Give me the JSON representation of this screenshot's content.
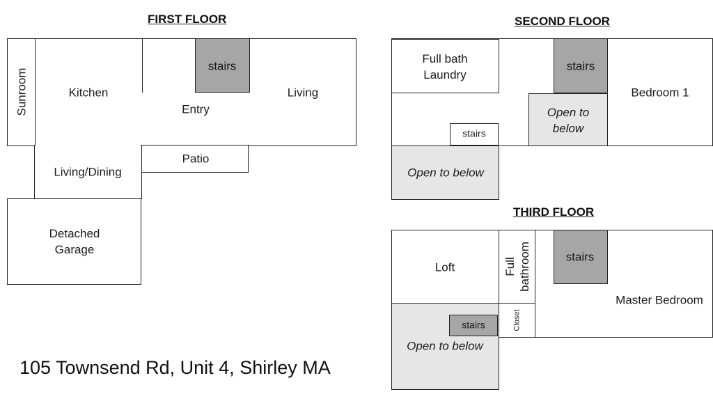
{
  "floors": {
    "first": {
      "title": "FIRST FLOOR",
      "rooms": {
        "sunroom": "Sunroom",
        "kitchen": "Kitchen",
        "entry": "Entry",
        "stairs": "stairs",
        "living": "Living",
        "patio": "Patio",
        "living_dining": "Living/Dining",
        "garage": "Detached\nGarage"
      }
    },
    "second": {
      "title": "SECOND FLOOR",
      "rooms": {
        "full_bath_laundry": "Full bath\nLaundry",
        "stairs_main": "stairs",
        "bedroom1": "Bedroom 1",
        "open_to_below_upper": "Open to\nbelow",
        "stairs_small": "stairs",
        "open_to_below_lower": "Open to below"
      }
    },
    "third": {
      "title": "THIRD FLOOR",
      "rooms": {
        "loft": "Loft",
        "full_bathroom": "Full\nbathroom",
        "stairs_main": "stairs",
        "master_bedroom": "Master Bedroom",
        "closet": "Closet",
        "stairs_small": "stairs",
        "open_to_below": "Open to below"
      }
    }
  },
  "address": "105 Townsend Rd, Unit 4, Shirley MA",
  "colors": {
    "wall": "#222222",
    "stairs": "#a6a6a6",
    "open_to_below": "#e6e6e6"
  }
}
